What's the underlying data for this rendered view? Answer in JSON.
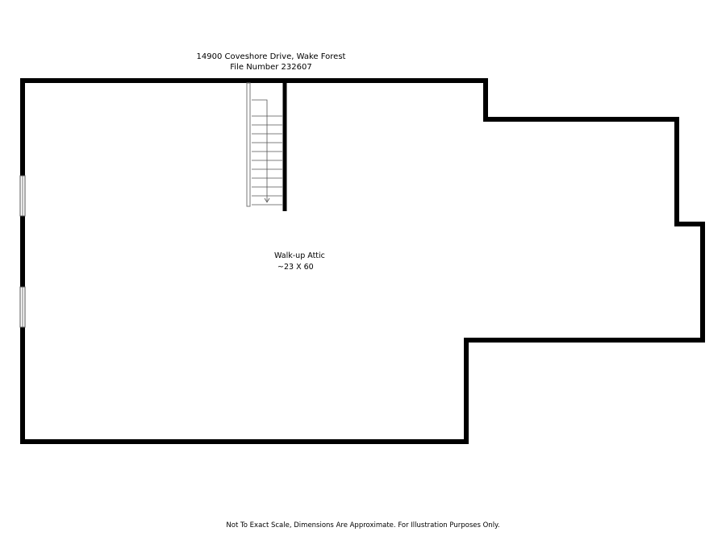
{
  "header": {
    "address": "14900 Coveshore Drive, Wake Forest",
    "file_number": "File Number 232607"
  },
  "room": {
    "name": "Walk-up Attic",
    "dimensions": "~23 X 60"
  },
  "footer": {
    "disclaimer": "Not To Exact Scale, Dimensions Are Approximate. For Illustration Purposes Only."
  },
  "colors": {
    "wall": "#000000",
    "background": "#ffffff",
    "fixture": "#555555"
  },
  "icons": [
    "staircase-icon",
    "window-icon",
    "down-arrow-icon"
  ]
}
